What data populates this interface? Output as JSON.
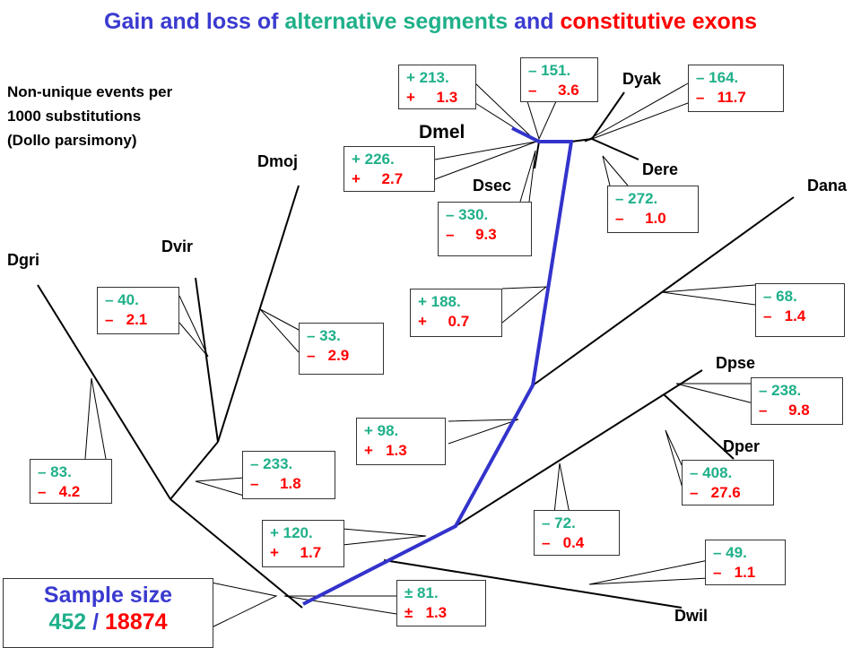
{
  "colors": {
    "gain": "#1fb08a",
    "loss": "#ff0000",
    "title": "#3a3ad0",
    "highlight": "#3333cc"
  },
  "title": {
    "part1": "Gain and loss of ",
    "part2": "alternative segments",
    "part3": " and ",
    "part4": "constitutive exons"
  },
  "subtitle": {
    "line1": "Non-unique events per",
    "line2": "1000  substitutions",
    "line3": "(Dollo parsimony)"
  },
  "species": {
    "dgri": "Dgri",
    "dvir": "Dvir",
    "dmoj": "Dmoj",
    "dmel": "Dmel",
    "dsec": "Dsec",
    "dyak": "Dyak",
    "dere": "Dere",
    "dana": "Dana",
    "dpse": "Dpse",
    "dper": "Dper",
    "dwil": "Dwil"
  },
  "boxes": {
    "b_dmel": {
      "line1": "+ 213.",
      "line2": "+     1.3"
    },
    "b_c151": {
      "line1": "– 151.",
      "line2": "–     3.6"
    },
    "b_dyak": {
      "line1": "– 164.",
      "line2": "–   11.7"
    },
    "b_c226": {
      "line1": "+ 226.",
      "line2": "+     2.7"
    },
    "b_dsec": {
      "line1": "– 330.",
      "line2": "–     9.3"
    },
    "b_dere": {
      "line1": "– 272.",
      "line2": "–     1.0"
    },
    "b_c188": {
      "line1": "+ 188.",
      "line2": "+     0.7"
    },
    "b_dana": {
      "line1": "– 68.",
      "line2": "–   1.4"
    },
    "b_dvir": {
      "line1": "– 40.",
      "line2": "–   2.1"
    },
    "b_dmoj": {
      "line1": "– 33.",
      "line2": "–   2.9"
    },
    "b_dpse": {
      "line1": "– 238.",
      "line2": "–     9.8"
    },
    "b_c98": {
      "line1": "+ 98.",
      "line2": "+   1.3"
    },
    "b_dgri": {
      "line1": "– 83.",
      "line2": "–   4.2"
    },
    "b_c233": {
      "line1": "– 233.",
      "line2": "–     1.8"
    },
    "b_dper": {
      "line1": "– 408.",
      "line2": "–   27.6"
    },
    "b_c72": {
      "line1": "– 72.",
      "line2": "–   0.4"
    },
    "b_c120": {
      "line1": "+ 120.",
      "line2": "+     1.7"
    },
    "b_dwil": {
      "line1": "– 49.",
      "line2": "–   1.1"
    },
    "b_c81": {
      "line1": "± 81.",
      "line2": "±   1.3"
    }
  },
  "sample": {
    "label": "Sample size",
    "value1": "452",
    "sep": " / ",
    "value2": "18874"
  }
}
